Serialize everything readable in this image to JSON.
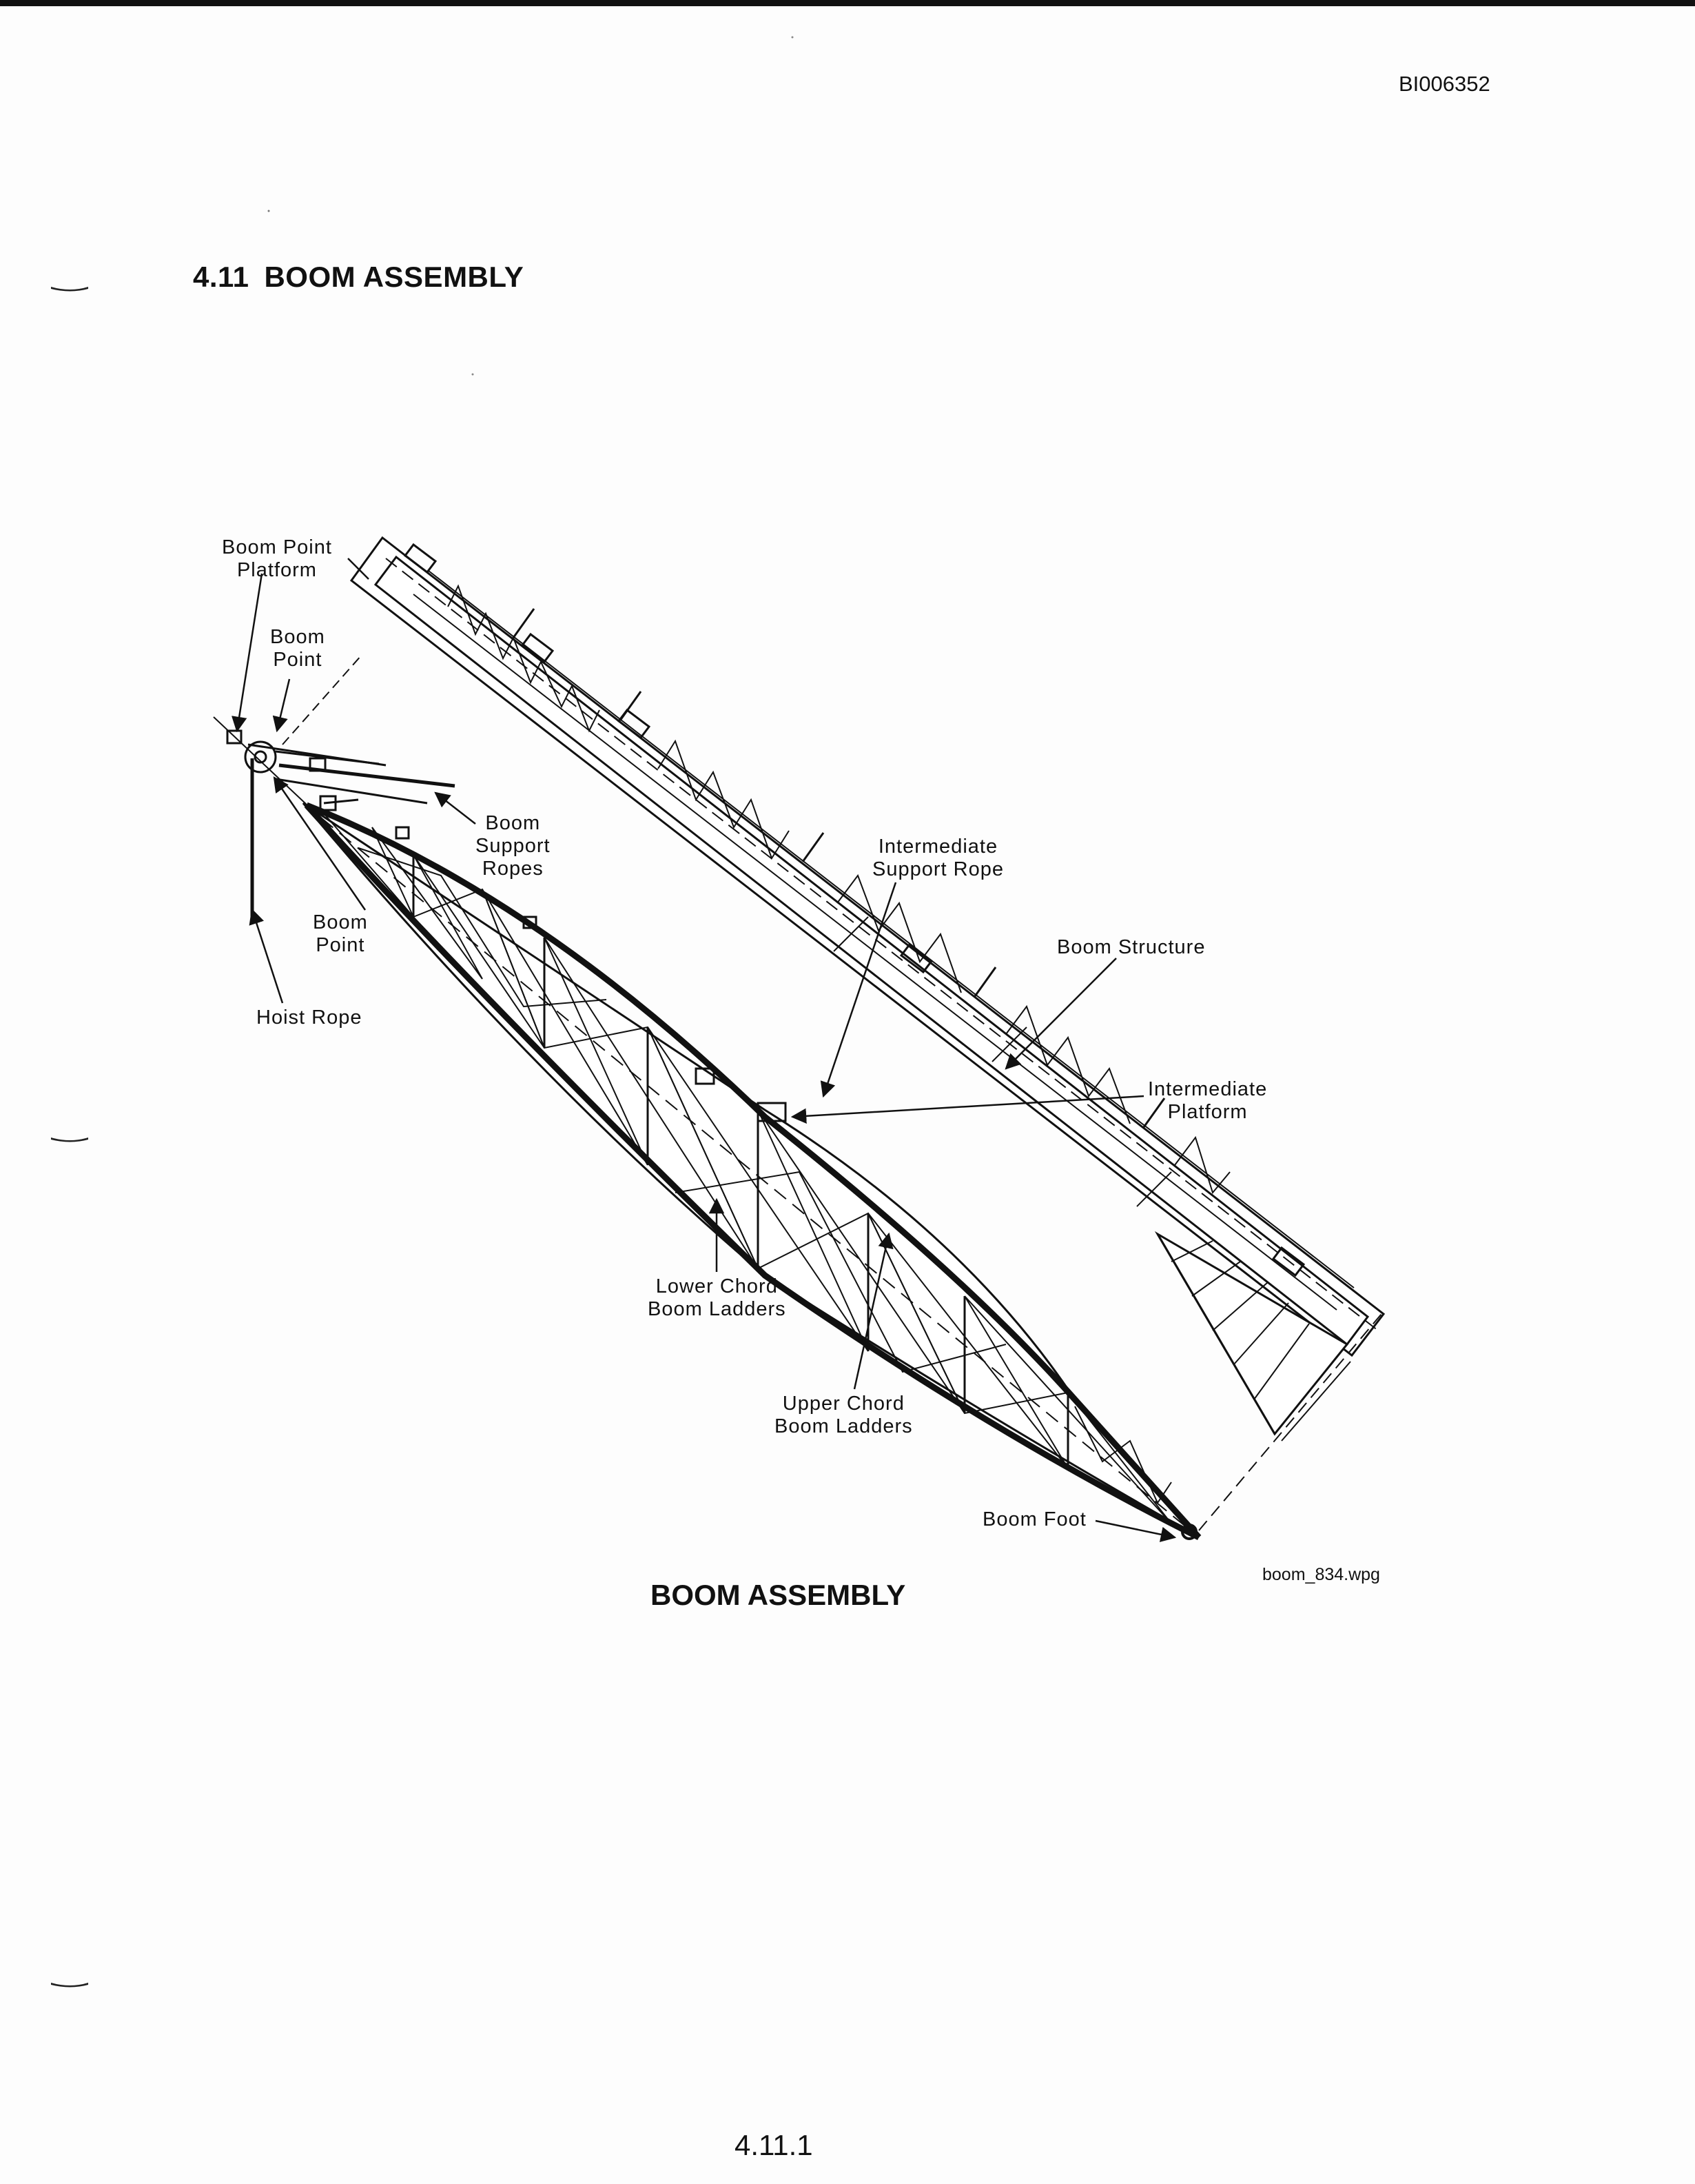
{
  "header": {
    "doc_id": "BI006352"
  },
  "section": {
    "number": "4.11",
    "title": "BOOM ASSEMBLY"
  },
  "figure": {
    "caption": "BOOM ASSEMBLY",
    "filename": "boom_834.wpg",
    "labels": {
      "boom_point_platform": [
        "Boom Point",
        "Platform"
      ],
      "boom_point_top": [
        "Boom",
        "Point"
      ],
      "boom_support_ropes": [
        "Boom",
        "Support",
        "Ropes"
      ],
      "boom_point_bottom": [
        "Boom",
        "Point"
      ],
      "hoist_rope": [
        "Hoist Rope"
      ],
      "intermediate_support_rope": [
        "Intermediate",
        "Support Rope"
      ],
      "boom_structure": [
        "Boom Structure"
      ],
      "intermediate_platform": [
        "Intermediate",
        "Platform"
      ],
      "lower_chord_ladders": [
        "Lower Chord",
        "Boom Ladders"
      ],
      "upper_chord_ladders": [
        "Upper Chord",
        "Boom Ladders"
      ],
      "boom_foot": [
        "Boom Foot"
      ]
    }
  },
  "footer": {
    "page_number": "4.11.1"
  }
}
